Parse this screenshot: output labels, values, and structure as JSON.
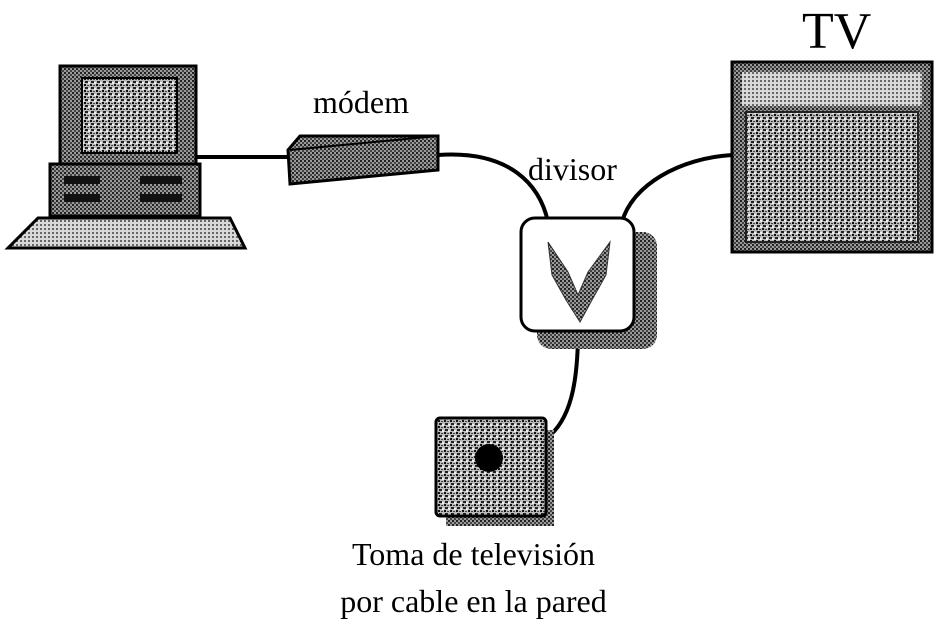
{
  "labels": {
    "modem": "módem",
    "divisor": "divisor",
    "tv": "TV",
    "wall_line1": "Toma de televisión",
    "wall_line2": "por cable en la pared"
  },
  "icons": {
    "computer": "computer-icon",
    "modem": "modem-icon",
    "splitter": "splitter-icon",
    "tv": "tv-icon",
    "wall_outlet": "wall-outlet-icon"
  },
  "colors": {
    "line": "#000000",
    "halftone_dark": "#333333",
    "halftone_mid": "#777777",
    "background": "#ffffff"
  }
}
